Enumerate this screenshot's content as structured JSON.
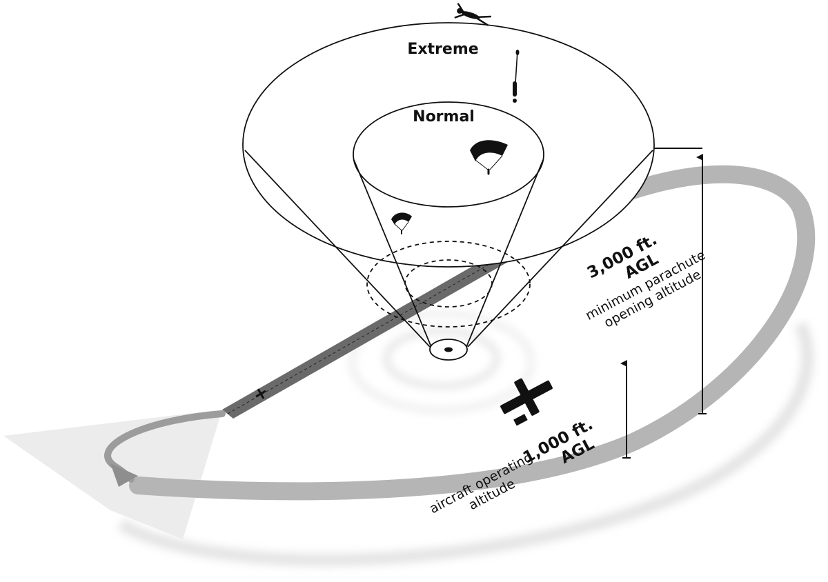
{
  "zones": {
    "extreme": "Extreme",
    "normal": "Normal"
  },
  "parachute_altitude": {
    "value": "3,000 ft.",
    "unit": "AGL",
    "caption_line1": "minimum parachute",
    "caption_line2": "opening altitude"
  },
  "aircraft_altitude": {
    "value": "1,000 ft.",
    "unit": "AGL",
    "caption_line1": "aircraft operating",
    "caption_line2": "altitude"
  },
  "colors": {
    "ink": "#111111",
    "pattern_gray": "#b3b3b3",
    "track_dark": "#6a6a6a",
    "shadow_gray": "#e3e3e3"
  }
}
